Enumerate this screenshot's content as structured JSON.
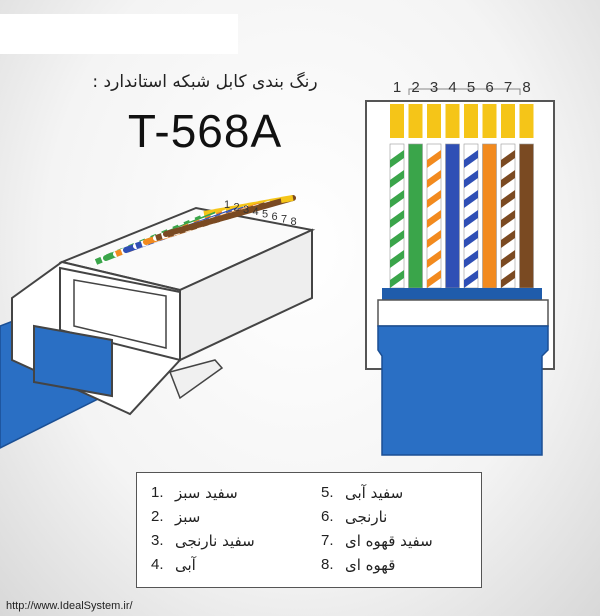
{
  "header": {
    "subtitle": "رنگ بندی کابل شبکه استاندارد :",
    "standard": "T-568A"
  },
  "pins": [
    "1",
    "2",
    "3",
    "4",
    "5",
    "6",
    "7",
    "8"
  ],
  "wires": [
    {
      "pin": "1",
      "base": "#ffffff",
      "stripe": "#3aa54a",
      "striped": true
    },
    {
      "pin": "2",
      "base": "#3aa54a",
      "stripe": "#3aa54a",
      "striped": false
    },
    {
      "pin": "3",
      "base": "#ffffff",
      "stripe": "#f28a1e",
      "striped": true
    },
    {
      "pin": "4",
      "base": "#2f4fb5",
      "stripe": "#2f4fb5",
      "striped": false
    },
    {
      "pin": "5",
      "base": "#ffffff",
      "stripe": "#2f4fb5",
      "striped": true
    },
    {
      "pin": "6",
      "base": "#f28a1e",
      "stripe": "#f28a1e",
      "striped": false
    },
    {
      "pin": "7",
      "base": "#ffffff",
      "stripe": "#7a4a22",
      "striped": true
    },
    {
      "pin": "8",
      "base": "#7a4a22",
      "stripe": "#7a4a22",
      "striped": false
    }
  ],
  "legend": [
    {
      "num": "1.",
      "name": "سفید سبز"
    },
    {
      "num": "2.",
      "name": "سبز"
    },
    {
      "num": "3.",
      "name": "سفید نارنجی"
    },
    {
      "num": "4.",
      "name": "آبی"
    },
    {
      "num": "5.",
      "name": "سفید آبی"
    },
    {
      "num": "6.",
      "name": "نارنجی"
    },
    {
      "num": "7.",
      "name": "سفید قهوه ای"
    },
    {
      "num": "8.",
      "name": "قهوه ای"
    }
  ],
  "footer": {
    "url": "http://www.IdealSystem.ir/"
  },
  "colors": {
    "cable": "#2a6fc4",
    "contact": "#f5c518",
    "outline": "#444444"
  }
}
